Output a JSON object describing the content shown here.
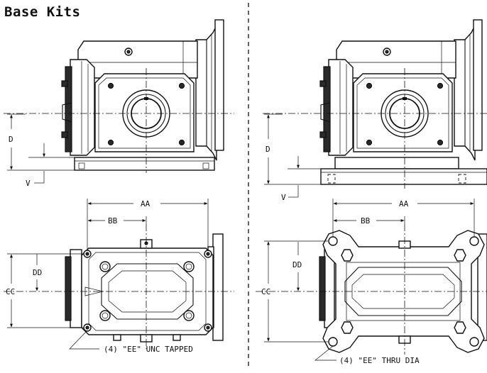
{
  "title": "Base Kits",
  "labels": {
    "d": "D",
    "v": "V",
    "aa": "AA",
    "bb": "BB",
    "cc": "CC",
    "dd": "DD"
  },
  "notes": {
    "left": "(4) \"EE\" UNC TAPPED",
    "right": "(4) \"EE\" THRU DIA"
  }
}
